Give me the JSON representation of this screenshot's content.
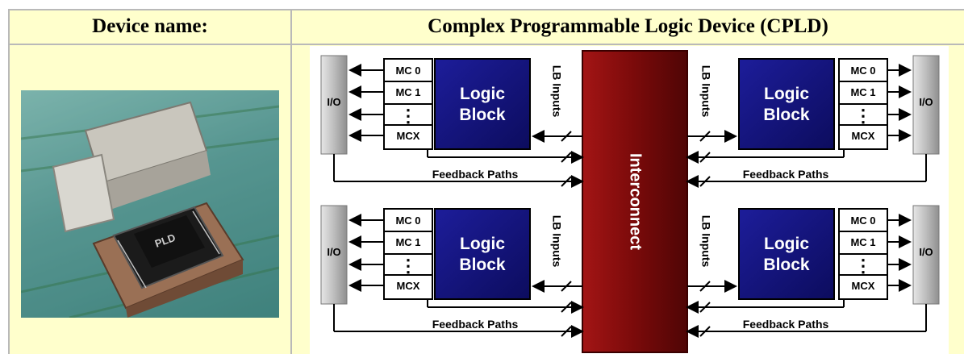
{
  "table": {
    "label_header": "Device name:",
    "value_header": "Complex Programmable Logic Device (CPLD)"
  },
  "photo": {
    "icon": "cpld-chip-in-socket-photo"
  },
  "diagram": {
    "io_label": "I/O",
    "logic_block_line1": "Logic",
    "logic_block_line2": "Block",
    "mc_labels": [
      "MC 0",
      "MC 1",
      "MCX"
    ],
    "mc_ellipsis": "⋮",
    "lb_inputs": "LB Inputs",
    "interconnect": "Interconnect",
    "feedback_paths": "Feedback Paths",
    "colors": {
      "logic_block": "#13137a",
      "interconnect": "#7a0a0a",
      "io": "#bdbdbd"
    }
  }
}
